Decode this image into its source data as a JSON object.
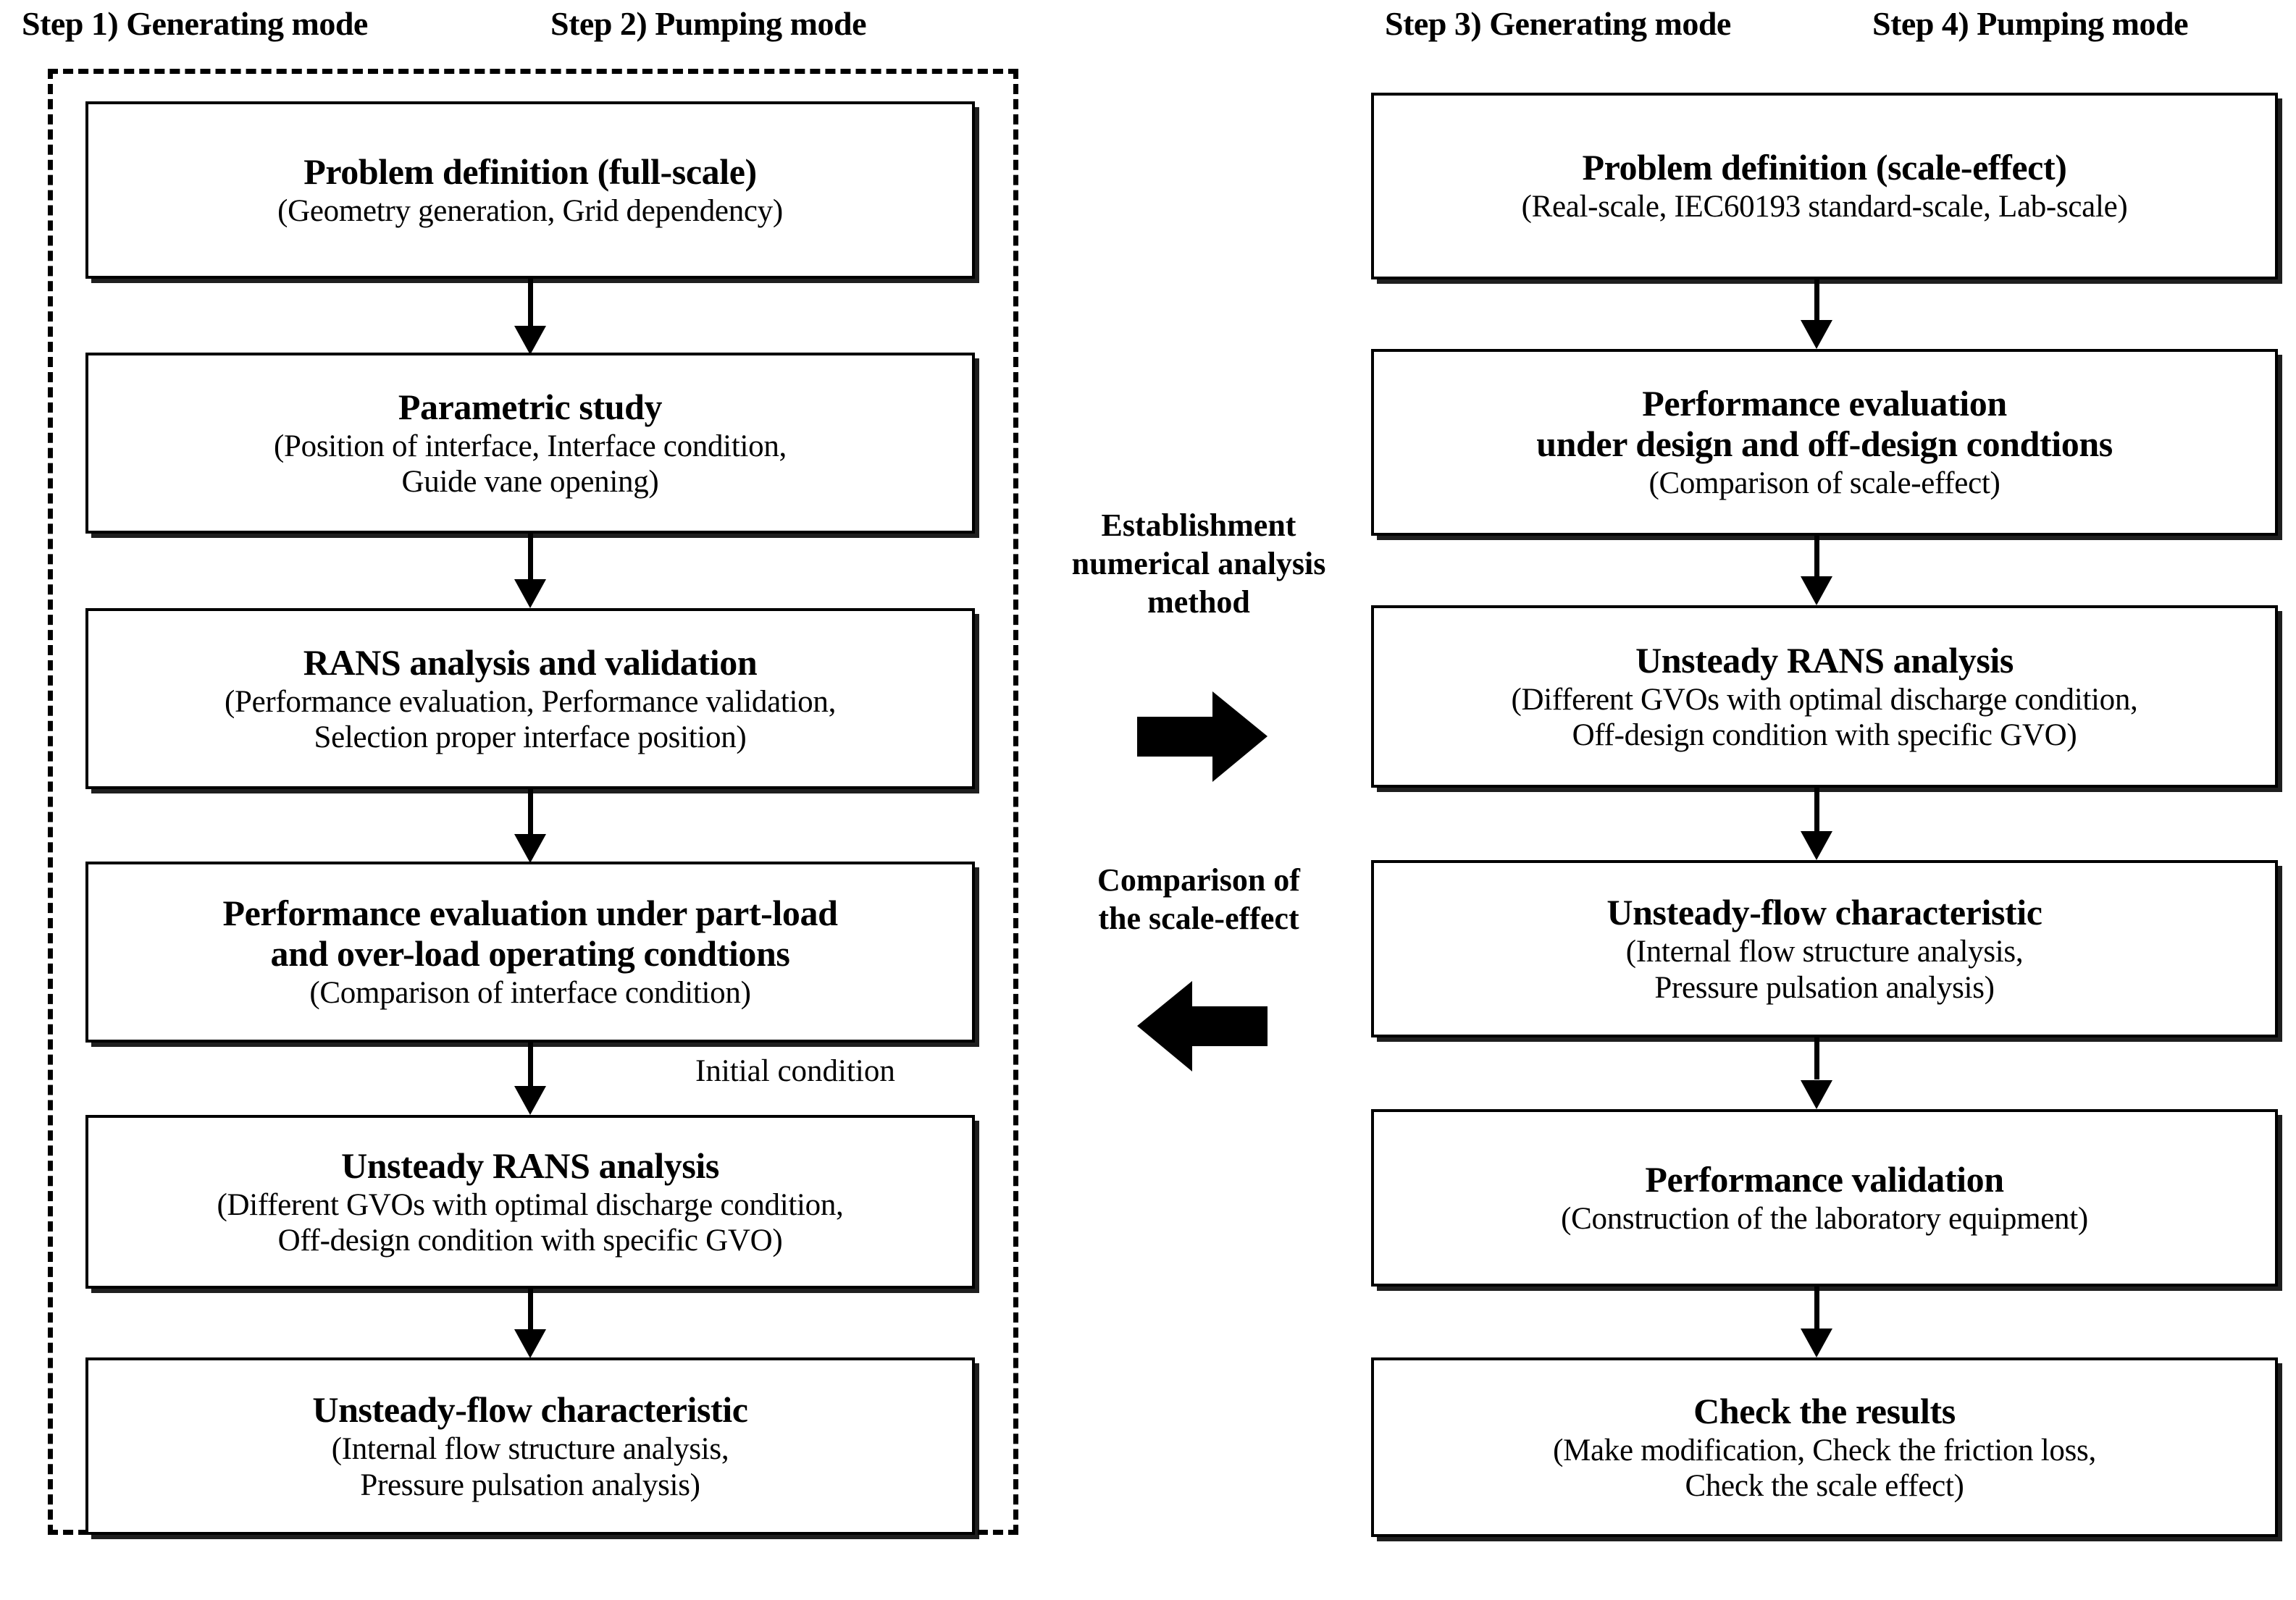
{
  "headings": [
    {
      "id": "step1",
      "text": "Step 1) Generating mode"
    },
    {
      "id": "step2",
      "text": "Step 2) Pumping mode"
    },
    {
      "id": "step3",
      "text": "Step 3) Generating mode"
    },
    {
      "id": "step4",
      "text": "Step 4) Pumping mode"
    }
  ],
  "left_column": {
    "boxes": [
      {
        "title": "Problem definition (full-scale)",
        "sub": "(Geometry generation, Grid dependency)"
      },
      {
        "title": "Parametric study",
        "sub": "(Position of interface, Interface condition,\nGuide vane opening)"
      },
      {
        "title": "RANS analysis and validation",
        "sub": "(Performance evaluation, Performance validation,\nSelection proper interface position)"
      },
      {
        "title": "Performance evaluation under part-load\nand over-load operating condtions",
        "sub": "(Comparison of interface condition)"
      },
      {
        "title": "Unsteady RANS analysis",
        "sub": "(Different GVOs with optimal discharge condition,\nOff-design condition with specific GVO)"
      },
      {
        "title": "Unsteady-flow characteristic",
        "sub": "(Internal flow structure analysis,\nPressure pulsation analysis)"
      }
    ],
    "edge_label": "Initial condition"
  },
  "right_column": {
    "boxes": [
      {
        "title": "Problem definition (scale-effect)",
        "sub": "(Real-scale, IEC60193 standard-scale, Lab-scale)"
      },
      {
        "title": "Performance evaluation\nunder design and off-design condtions",
        "sub": "(Comparison of scale-effect)"
      },
      {
        "title": "Unsteady RANS analysis",
        "sub": "(Different GVOs with optimal discharge condition,\nOff-design condition with specific GVO)"
      },
      {
        "title": "Unsteady-flow characteristic",
        "sub": "(Internal flow structure analysis,\nPressure pulsation analysis)"
      },
      {
        "title": "Performance validation",
        "sub": "(Construction of the  laboratory equipment)"
      },
      {
        "title": "Check the results",
        "sub": "(Make modification, Check the friction loss,\nCheck the scale effect)"
      }
    ]
  },
  "center": {
    "forward_label": "Establishment\nnumerical analysis\nmethod",
    "forward_arrow_icon": "arrow-right-block-icon",
    "backward_label": "Comparison of\nthe scale-effect",
    "backward_arrow_icon": "arrow-left-block-icon"
  },
  "colors": {
    "ink": "#000000",
    "paper": "#ffffff"
  }
}
